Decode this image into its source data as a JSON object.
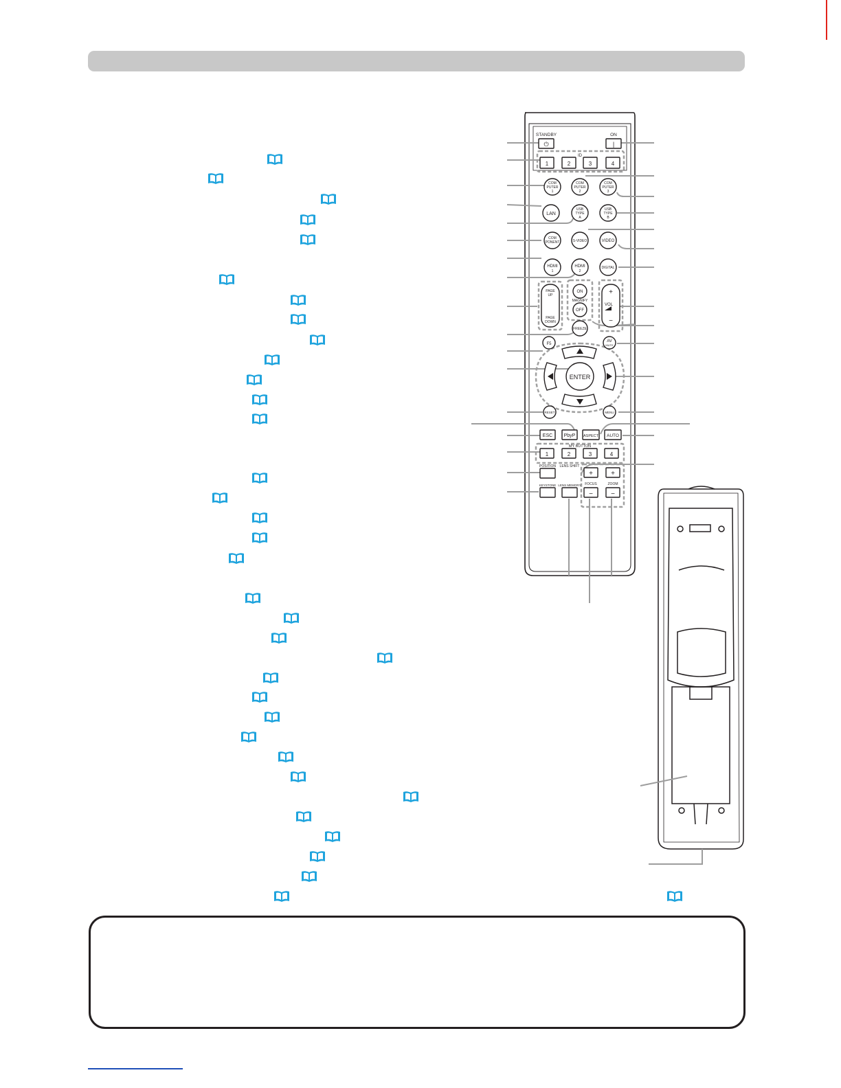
{
  "icons": {
    "book": "book-reference-icon"
  },
  "remote": {
    "labels": {
      "standby": "STANDBY",
      "on": "ON",
      "id": "ID",
      "id_1": "1",
      "id_2": "2",
      "id_3": "3",
      "id_4": "4",
      "computer1_a": "COM",
      "computer1_b": "PUTER",
      "computer1_c": "1",
      "computer2_a": "COM",
      "computer2_b": "PUTER",
      "computer2_c": "2",
      "computer3_a": "COM",
      "computer3_b": "PUTER",
      "computer3_c": "3",
      "lan": "LAN",
      "usba_a": "USB",
      "usba_b": "TYPE",
      "usba_c": "A",
      "usbb_a": "USB",
      "usbb_b": "TYPE",
      "usbb_c": "B",
      "component_a": "COM",
      "component_b": "PONENT",
      "svideo": "S-VIDEO",
      "video": "VIDEO",
      "hdmi1_a": "HDMI",
      "hdmi1_b": "1",
      "hdmi2_a": "HDMI",
      "hdmi2_b": "2",
      "digital": "DIGITAL",
      "page_up_a": "PAGE",
      "page_up_b": "UP",
      "page_down_a": "PAGE",
      "page_down_b": "DOWN",
      "magnify_on": "ON",
      "magnify": "MAGNIFY",
      "magnify_off": "OFF",
      "vol_plus": "+",
      "vol": "VOL",
      "vol_minus": "−",
      "freeze": "FREEZE",
      "f5": "F5",
      "av_mute_a": "AV",
      "av_mute_b": "MUTE",
      "enter": "ENTER",
      "reset": "RESET",
      "menu": "MENU",
      "esc": "ESC",
      "pbyp": "PbyP",
      "aspect": "ASPECT",
      "auto": "AUTO",
      "my_button": "MY BUTTON",
      "my_1": "1",
      "my_2": "2",
      "my_3": "3",
      "my_4": "4",
      "position": "POSITION",
      "lens_shift": "LENS SHIFT",
      "focus_plus": "+",
      "focus": "FOCUS",
      "focus_minus": "−",
      "zoom_plus": "+",
      "zoom": "ZOOM",
      "zoom_minus": "−",
      "keystone": "KEYSTONE",
      "lens_memory": "LENS MEMORY"
    }
  }
}
